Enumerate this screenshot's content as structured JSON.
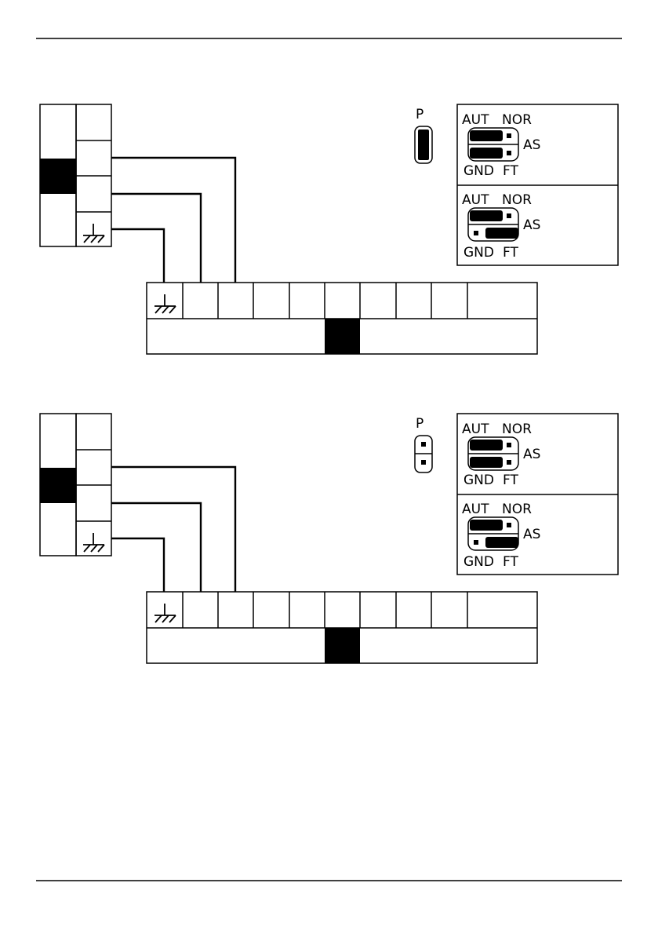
{
  "page": {
    "background": "#ffffff",
    "ink": "#000000"
  },
  "panels": [
    {
      "id": "top",
      "jumper_p": {
        "label": "P",
        "shorted": true
      },
      "jumper_boxes": [
        {
          "labels": {
            "aut": "AUT",
            "nor": "NOR",
            "as": "AS",
            "gnd": "GND",
            "ft": "FT"
          },
          "mode": "upper"
        },
        {
          "labels": {
            "aut": "AUT",
            "nor": "NOR",
            "as": "AS",
            "gnd": "GND",
            "ft": "FT"
          },
          "mode": "lower"
        }
      ],
      "ground_icons": [
        "ground-icon",
        "ground-icon"
      ]
    },
    {
      "id": "bottom",
      "jumper_p": {
        "label": "P",
        "shorted": false
      },
      "jumper_boxes": [
        {
          "labels": {
            "aut": "AUT",
            "nor": "NOR",
            "as": "AS",
            "gnd": "GND",
            "ft": "FT"
          },
          "mode": "upper"
        },
        {
          "labels": {
            "aut": "AUT",
            "nor": "NOR",
            "as": "AS",
            "gnd": "GND",
            "ft": "FT"
          },
          "mode": "lower"
        }
      ],
      "ground_icons": [
        "ground-icon",
        "ground-icon"
      ]
    }
  ]
}
